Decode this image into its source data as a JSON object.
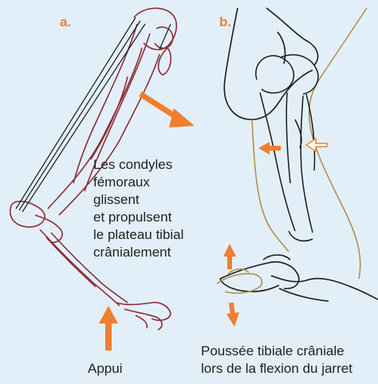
{
  "panels": {
    "a": {
      "letter": "a.",
      "caption_lines": [
        "Les condyles",
        "fémoraux",
        "glissent",
        "et propulsent",
        "le plateau tibial",
        "crânialement"
      ],
      "support_label": "Appui"
    },
    "b": {
      "letter": "b.",
      "caption_lines": [
        "Poussée tibiale crâniale",
        "lors de la flexion du jarret"
      ]
    }
  },
  "colors": {
    "background": "#e3eff8",
    "bone_outline": "#8b2e3a",
    "arrow": "#f07e2e",
    "hand_outline": "#1a1a1a",
    "skin_outline": "#b08a4a"
  },
  "icons": {
    "arrow_right_down": "orange-thrust-arrow",
    "arrow_up": "orange-support-arrow"
  }
}
